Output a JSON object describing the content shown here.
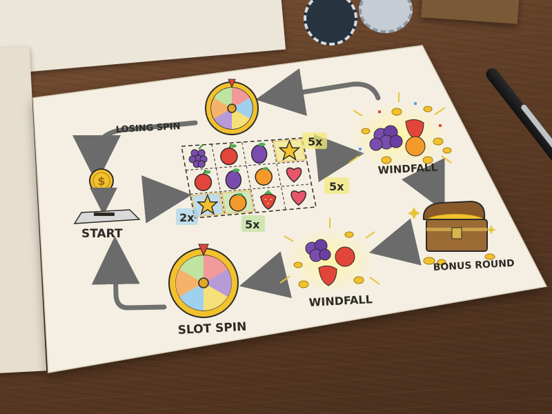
{
  "labels": {
    "losing_spin": "LOSING SPIN",
    "start": "START",
    "windfall_top": "WINDFALL",
    "bonus_round": "BONUS ROUND",
    "windfall_bottom": "WINDFALL",
    "slot_spin": "SLOT SPIN"
  },
  "multipliers": {
    "m1": "5x",
    "m2": "5x",
    "m3": "2x",
    "m4": "5x"
  },
  "slot_grid": [
    [
      "grape",
      "apple",
      "plum",
      "star"
    ],
    [
      "apple",
      "plum",
      "orange",
      "heart"
    ],
    [
      "star",
      "orange",
      "strawberry",
      "heart"
    ]
  ],
  "icons": {
    "coin": "coin-icon",
    "coin_slot": "coin-slot-icon",
    "wheel": "prize-wheel-icon",
    "treasure": "treasure-chest-icon",
    "fruit_burst": "fruit-burst-icon"
  },
  "colors": {
    "paper": "#f4efe2",
    "ink": "#2d2a26",
    "highlight_yellow": "#f3e97a",
    "highlight_blue": "#9fd0ee",
    "highlight_green": "#bfe3a0",
    "gold": "#f2c12e"
  }
}
